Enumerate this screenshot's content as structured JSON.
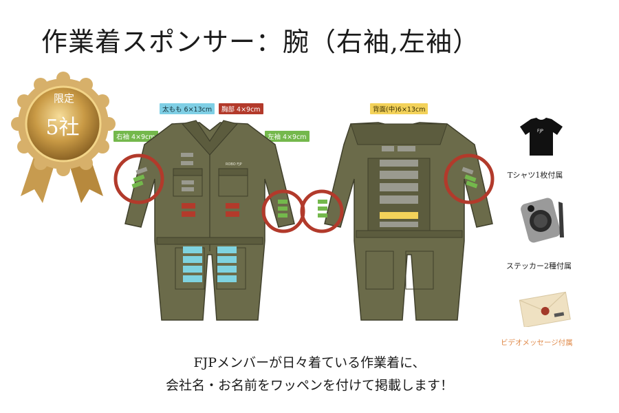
{
  "title": "作業着スポンサー：腕（右袖,左袖）",
  "medal": {
    "line1": "限定",
    "line2": "5社"
  },
  "tags": {
    "thigh": "太もも 6×13cm",
    "chest": "胸部 4×9cm",
    "right_sleeve": "右袖 4×9cm",
    "left_sleeve": "左袖 4×9cm",
    "back": "背面(中)6×13cm"
  },
  "extras": {
    "tshirt": "Tシャツ1枚付属",
    "stickers": "ステッカー2種付属",
    "video": "ビデオメッセージ付属"
  },
  "tshirt_logo": "FJP",
  "caption": {
    "line1": "FJPメンバーが日々着ている作業着に、",
    "line2": "会社名・お名前をワッペンを付けて掲載します！"
  },
  "colors": {
    "suit": "#6b6b4a",
    "suit_dark": "#3f3f2b",
    "highlight_ring": "#b23a2b",
    "patch_green": "#74b84c",
    "patch_red": "#b33a2b",
    "patch_blue": "#7fd3e0",
    "patch_yellow": "#f3d25a",
    "patch_gray": "#9a9a8f",
    "video_label": "#e08a4a"
  }
}
